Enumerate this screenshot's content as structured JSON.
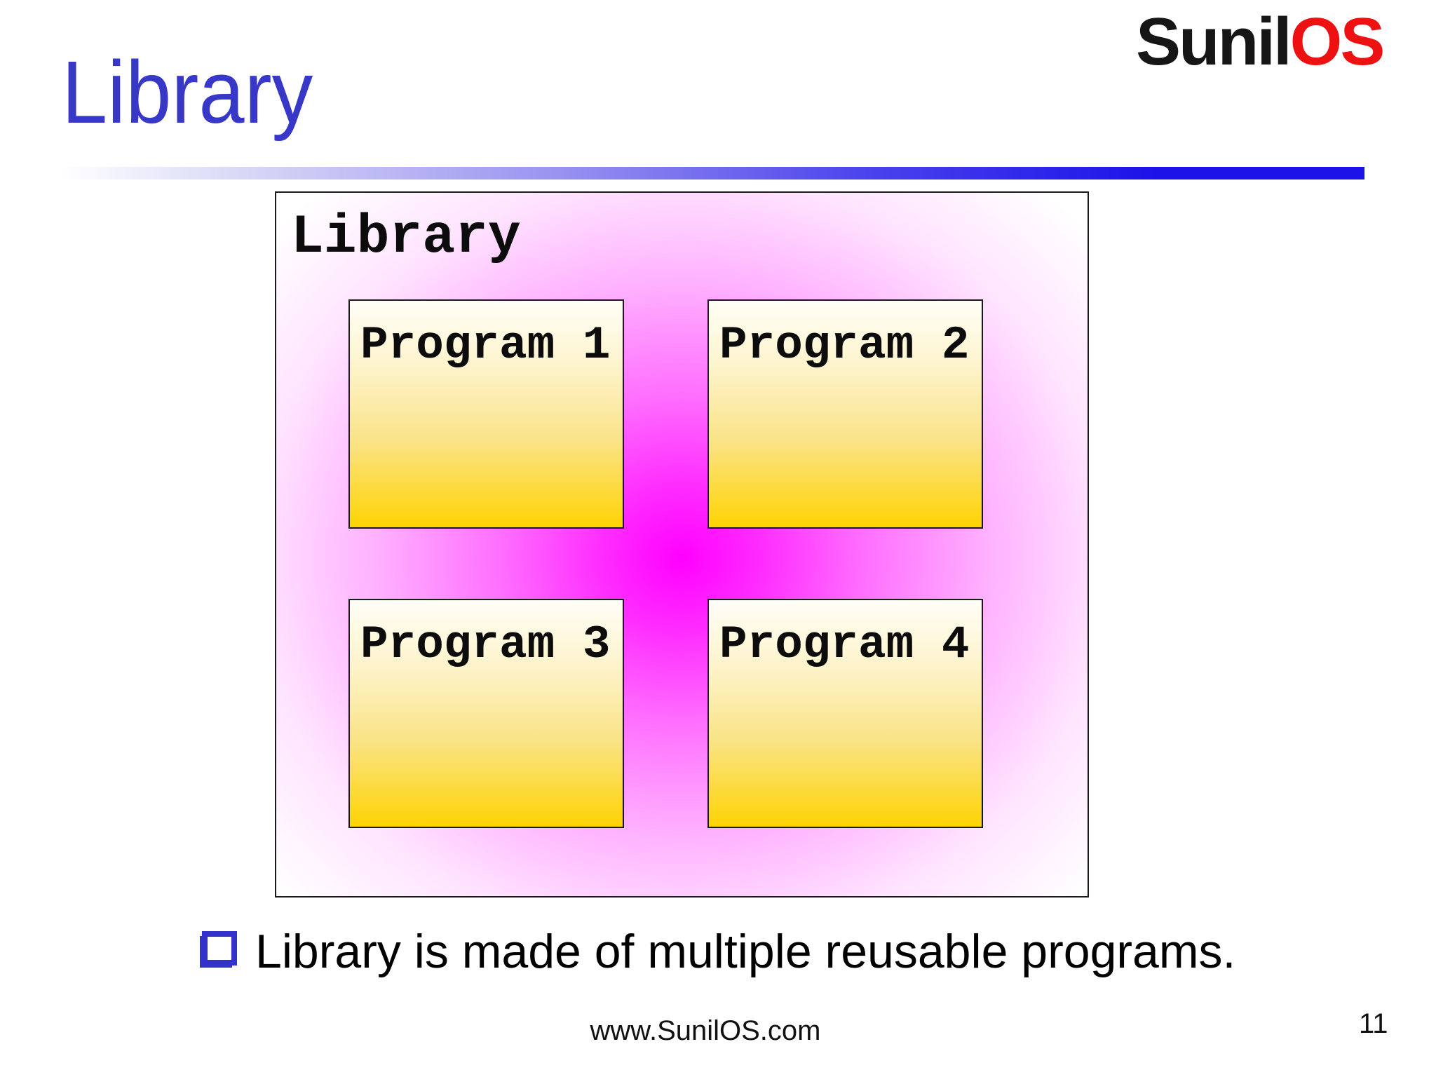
{
  "header": {
    "title": "Library",
    "logo": {
      "black": "Sunil",
      "red": "OS"
    },
    "title_color": "#3838c8",
    "accent_line_color": "#1b13e8",
    "logo_red_color": "#ee1111"
  },
  "diagram": {
    "box_label": "Library",
    "programs": [
      "Program 1",
      "Program 2",
      "Program 3",
      "Program 4"
    ],
    "magenta_color": "#ff00ff",
    "program_fill_color": "#ffd303"
  },
  "bullets": [
    {
      "marker": "square-checkbox",
      "marker_color": "#3333cc",
      "text": "Library is made of multiple reusable programs."
    }
  ],
  "footer": {
    "url": "www.SunilOS.com",
    "page_number": "11"
  }
}
